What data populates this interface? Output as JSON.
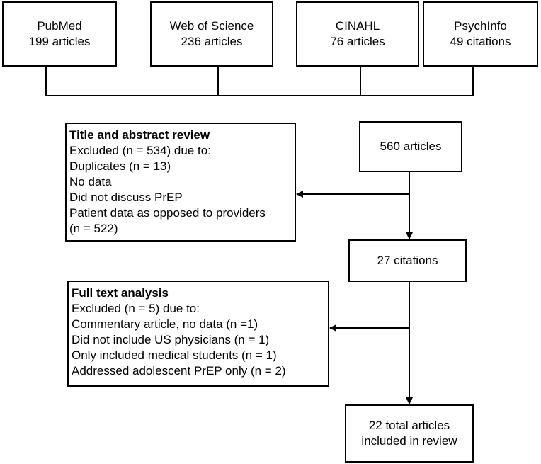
{
  "sources": {
    "pubmed": {
      "name": "PubMed",
      "count": "199 articles"
    },
    "web_of_science": {
      "name": "Web of Science",
      "count": "236 articles"
    },
    "cinahl": {
      "name": "CINAHL",
      "count": "76 articles"
    },
    "psychinfo": {
      "name": "PsychInfo",
      "count": "49 citations"
    }
  },
  "combined": {
    "label": "560 articles"
  },
  "title_abstract_review": {
    "heading": "Title and abstract review",
    "lines": [
      "Excluded (n = 534) due to:",
      "Duplicates (n = 13)",
      "No data",
      "Did not discuss PrEP",
      "Patient data as opposed to providers",
      "(n = 522)"
    ]
  },
  "after_screening": {
    "label": "27 citations"
  },
  "full_text_analysis": {
    "heading": "Full text analysis",
    "lines": [
      "Excluded (n = 5) due to:",
      "Commentary article, no data (n =1)",
      "Did not include US physicians (n = 1)",
      "Only included medical students (n = 1)",
      "Addressed adolescent PrEP only (n = 2)"
    ]
  },
  "final": {
    "line1": "22 total articles",
    "line2": "included in review"
  }
}
